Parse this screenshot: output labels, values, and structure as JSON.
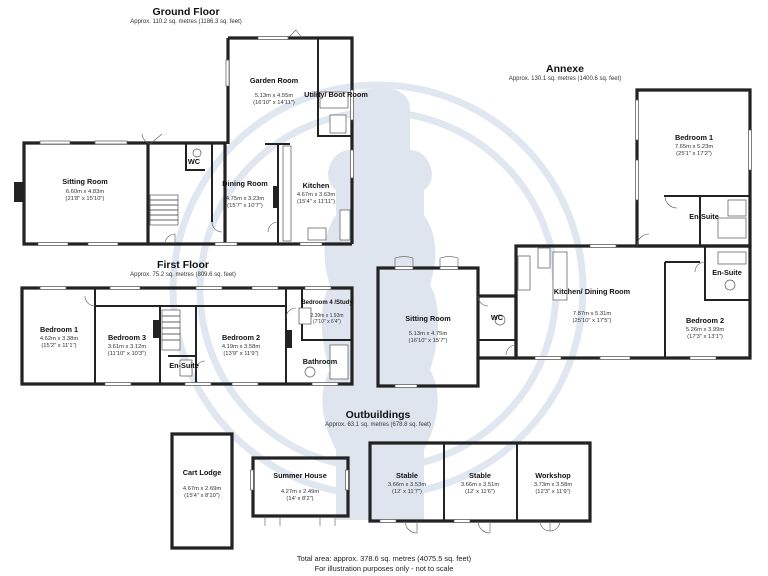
{
  "floors": {
    "ground": {
      "title": "Ground Floor",
      "area": "Approx. 110.2 sq. metres (1186.3 sq. feet)"
    },
    "first": {
      "title": "First Floor",
      "area": "Approx. 75.2 sq. metres (809.6 sq. feet)"
    },
    "annexe": {
      "title": "Annexe",
      "area": "Approx. 130.1 sq. metres (1400.6 sq. feet)"
    },
    "outbuildings": {
      "title": "Outbuildings",
      "area": "Approx. 63.1 sq. metres (678.8 sq. feet)"
    }
  },
  "rooms": {
    "ground_sitting": {
      "name": "Sitting Room",
      "dims_m": "6.60m x 4.83m",
      "dims_ft": "(21'8\" x 15'10\")"
    },
    "ground_wc": {
      "name": "WC"
    },
    "garden_room": {
      "name": "Garden Room",
      "dims_m": "5.13m x 4.55m",
      "dims_ft": "(16'10\" x 14'11\")"
    },
    "utility": {
      "name": "Utility/ Boot Room"
    },
    "dining": {
      "name": "Dining Room",
      "dims_m": "4.75m x 3.23m",
      "dims_ft": "(15'7\" x 10'7\")"
    },
    "kitchen": {
      "name": "Kitchen",
      "dims_m": "4.67m x 3.63m",
      "dims_ft": "(15'4\" x 11'11\")"
    },
    "first_bed1": {
      "name": "Bedroom 1",
      "dims_m": "4.62m x 3.38m",
      "dims_ft": "(15'2\" x 11'1\")"
    },
    "first_bed3": {
      "name": "Bedroom 3",
      "dims_m": "3.61m x 3.12m",
      "dims_ft": "(11'10\" x 10'3\")"
    },
    "first_ensuite": {
      "name": "En-Suite"
    },
    "first_bed2": {
      "name": "Bedroom 2",
      "dims_m": "4.19m x 3.58m",
      "dims_ft": "(13'9\" x 11'9\")"
    },
    "first_bed4": {
      "name": "Bedroom 4 /Study",
      "dims_m": "2.39m x 1.93m",
      "dims_ft": "(7'10\" x 6'4\")"
    },
    "bathroom": {
      "name": "Bathroom"
    },
    "annexe_bed1": {
      "name": "Bedroom 1",
      "dims_m": "7.65m x 5.23m",
      "dims_ft": "(25'1\" x 17'2\")"
    },
    "annexe_ensuite1": {
      "name": "En-Suite"
    },
    "annexe_ensuite2": {
      "name": "En-Suite"
    },
    "annexe_kitchen": {
      "name": "Kitchen/ Dining Room",
      "dims_m": "7.87m x 5.31m",
      "dims_ft": "(25'10\" x 17'5\")"
    },
    "annexe_sitting": {
      "name": "Sitting Room",
      "dims_m": "5.13m x 4.75m",
      "dims_ft": "(16'10\" x 15'7\")"
    },
    "annexe_wc": {
      "name": "WC"
    },
    "annexe_bed2": {
      "name": "Bedroom 2",
      "dims_m": "5.26m x 3.99m",
      "dims_ft": "(17'3\" x 13'1\")"
    },
    "cart_lodge": {
      "name": "Cart Lodge",
      "dims_m": "4.67m x 2.69m",
      "dims_ft": "(15'4\" x 8'10\")"
    },
    "summer_house": {
      "name": "Summer House",
      "dims_m": "4.27m x 2.49m",
      "dims_ft": "(14' x 8'2\")"
    },
    "stable1": {
      "name": "Stable",
      "dims_m": "3.66m x 3.53m",
      "dims_ft": "(12' x 11'7\")"
    },
    "stable2": {
      "name": "Stable",
      "dims_m": "3.66m x 3.51m",
      "dims_ft": "(12' x 11'6\")"
    },
    "workshop": {
      "name": "Workshop",
      "dims_m": "3.73m x 3.58m",
      "dims_ft": "(12'3\" x 11'9\")"
    }
  },
  "footer": {
    "total": "Total area: approx. 378.6 sq. metres (4075.5 sq. feet)",
    "note": "For illustration purposes only - not to scale"
  }
}
